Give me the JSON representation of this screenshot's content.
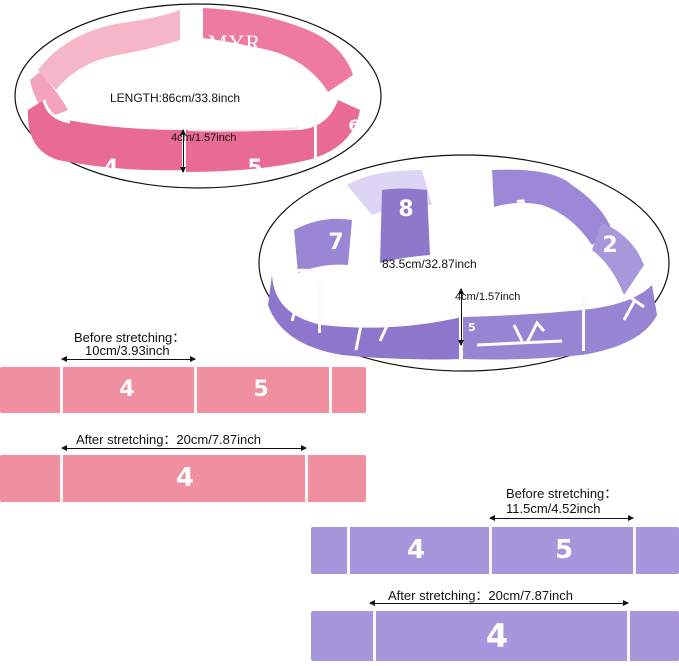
{
  "colors": {
    "pink": "#ef8fa0",
    "pink_dark": "#e55a86",
    "pink_light": "#f7c9d6",
    "purple": "#a896dc",
    "purple_dark": "#8e78cc",
    "purple_light": "#e2dbf6"
  },
  "pink_loop": {
    "brand": "MYR",
    "length_label": "LENGTH:86cm/33.8inch",
    "width_label": "4cm/1.57inch",
    "numbers": [
      "4",
      "5",
      "6"
    ]
  },
  "purple_loop": {
    "length_label": "83.5cm/32.87inch",
    "width_label": "4cm/1.57inch",
    "numbers": [
      "8",
      "1",
      "7",
      "2",
      "6",
      "5"
    ]
  },
  "pink_before": {
    "label": "Before stretching：",
    "measure": "10cm/3.93inch",
    "numbers": [
      "4",
      "5"
    ]
  },
  "pink_after": {
    "label": "After stretching：20cm/7.87inch",
    "numbers": [
      "4"
    ]
  },
  "purple_before": {
    "label": "Before stretching：",
    "measure": "11.5cm/4.52inch",
    "numbers": [
      "4",
      "5"
    ]
  },
  "purple_after": {
    "label": "After stretching：20cm/7.87inch",
    "numbers": [
      "4"
    ]
  }
}
